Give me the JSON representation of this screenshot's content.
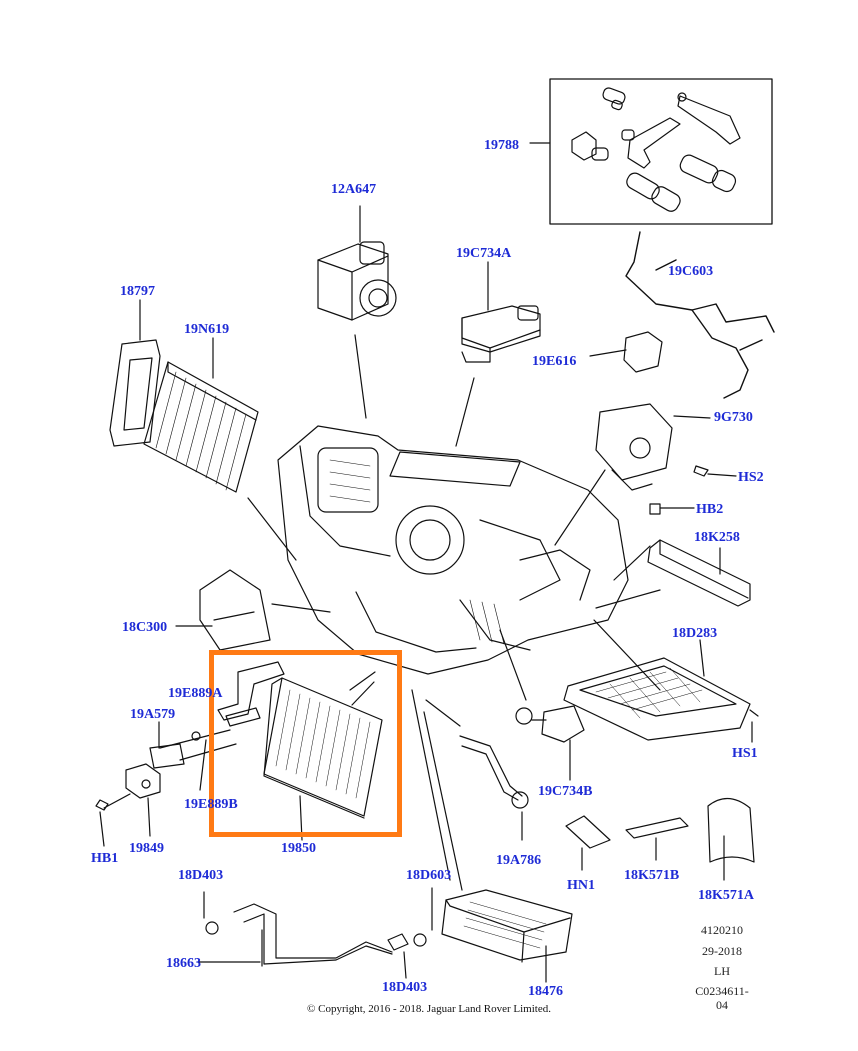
{
  "labels": {
    "l19788": "19788",
    "l12A647": "12A647",
    "l19C734A": "19C734A",
    "l19C603": "19C603",
    "l18797": "18797",
    "l19N619": "19N619",
    "l19E616": "19E616",
    "l9G730": "9G730",
    "lHS2": "HS2",
    "lHB2": "HB2",
    "l18K258": "18K258",
    "l18C300": "18C300",
    "l18D283": "18D283",
    "l19E889A": "19E889A",
    "l19A579": "19A579",
    "lHS1": "HS1",
    "l19C734B": "19C734B",
    "l19E889B": "19E889B",
    "lHB1": "HB1",
    "l19849": "19849",
    "l19850": "19850",
    "l19A786": "19A786",
    "lHN1": "HN1",
    "l18K571B": "18K571B",
    "l18K571A": "18K571A",
    "l18D403a": "18D403",
    "l18D603": "18D603",
    "l18663": "18663",
    "l18D403b": "18D403",
    "l18476": "18476"
  },
  "meta": {
    "line1": "4120210",
    "line2": "29-2018",
    "line3": "LH",
    "line4": "C0234611-04"
  },
  "copyright": "© Copyright, 2016 - 2018. Jaguar Land Rover Limited.",
  "colors": {
    "label": "#1e2bd6",
    "highlight": "#ff7a14",
    "line": "#111111"
  }
}
